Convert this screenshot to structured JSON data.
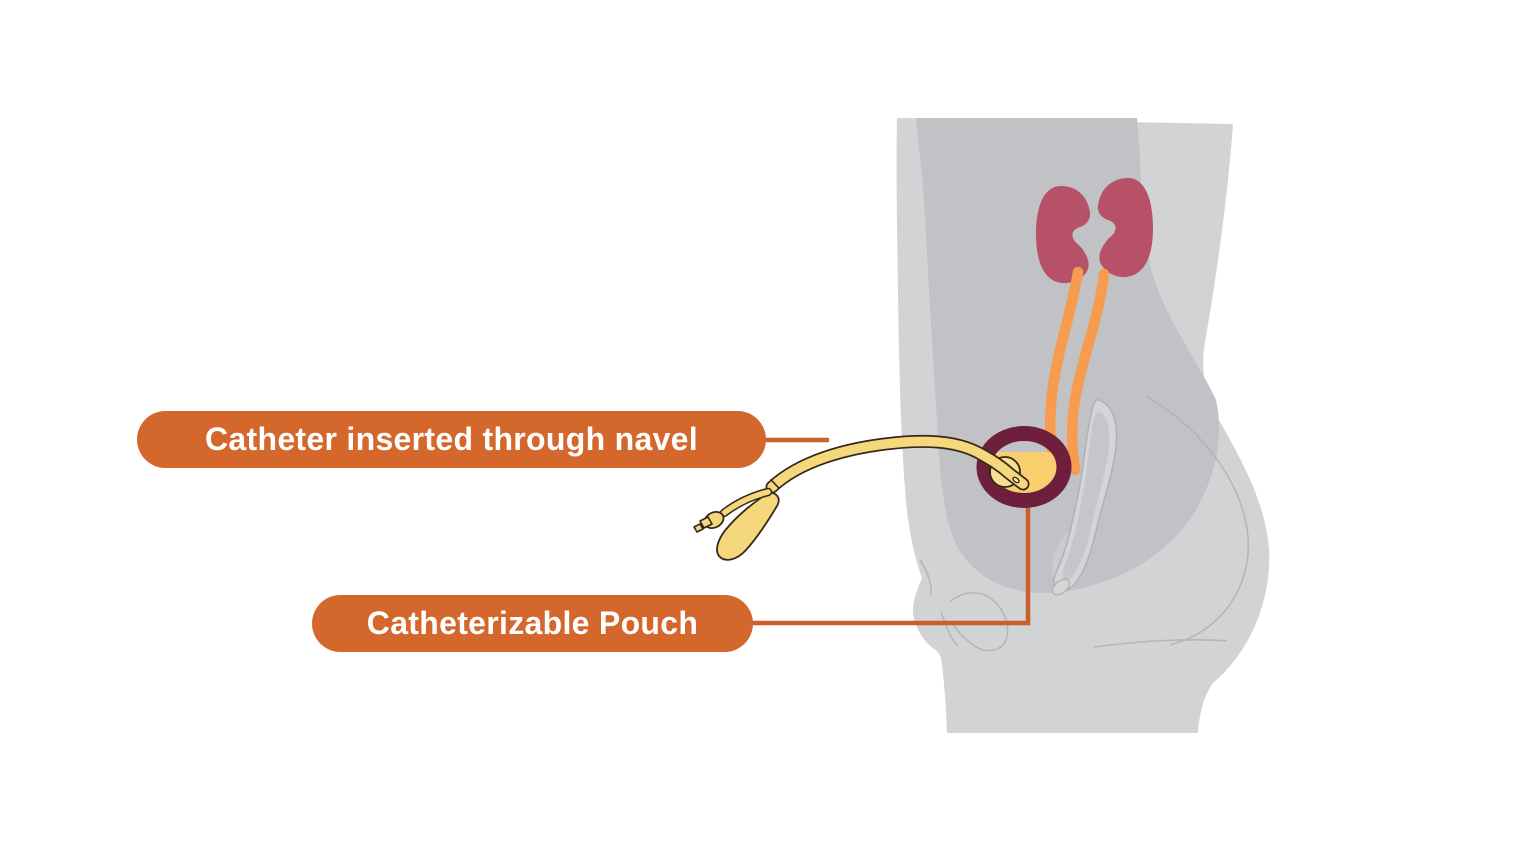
{
  "diagram": {
    "type": "medical-illustration",
    "subject": "urinary diversion with catheterizable pouch, side view of lower torso",
    "label_catheter": "Catheter inserted through navel",
    "label_pouch": "Catheterizable Pouch",
    "parts": {
      "body": "torso-side-silhouette",
      "kidneys": "two kidneys",
      "ureters": "two ureters",
      "pouch": "catheterizable pouch with urine",
      "catheter": "foley catheter with balloon, drainage funnel and inflation valve"
    }
  },
  "colors": {
    "background": "#FFFFFF",
    "label_bg": "#D4672B",
    "label_text": "#FFFFFF",
    "leader": "#C8602C",
    "body_light": "#D2D3D5",
    "body_mid": "#C0C2C5",
    "body_line": "#AFB1B4",
    "bone_fill": "#D4D5D7",
    "bone_inner": "#C4C6C9",
    "kidney": "#B75168",
    "ureter": "#F79B4E",
    "pouch_ring": "#6E1F3C",
    "urine": "#F9CE6E",
    "catheter_fill": "#F5D87C",
    "catheter_line": "#35271A",
    "balloon_fill": "#F8DE92"
  }
}
